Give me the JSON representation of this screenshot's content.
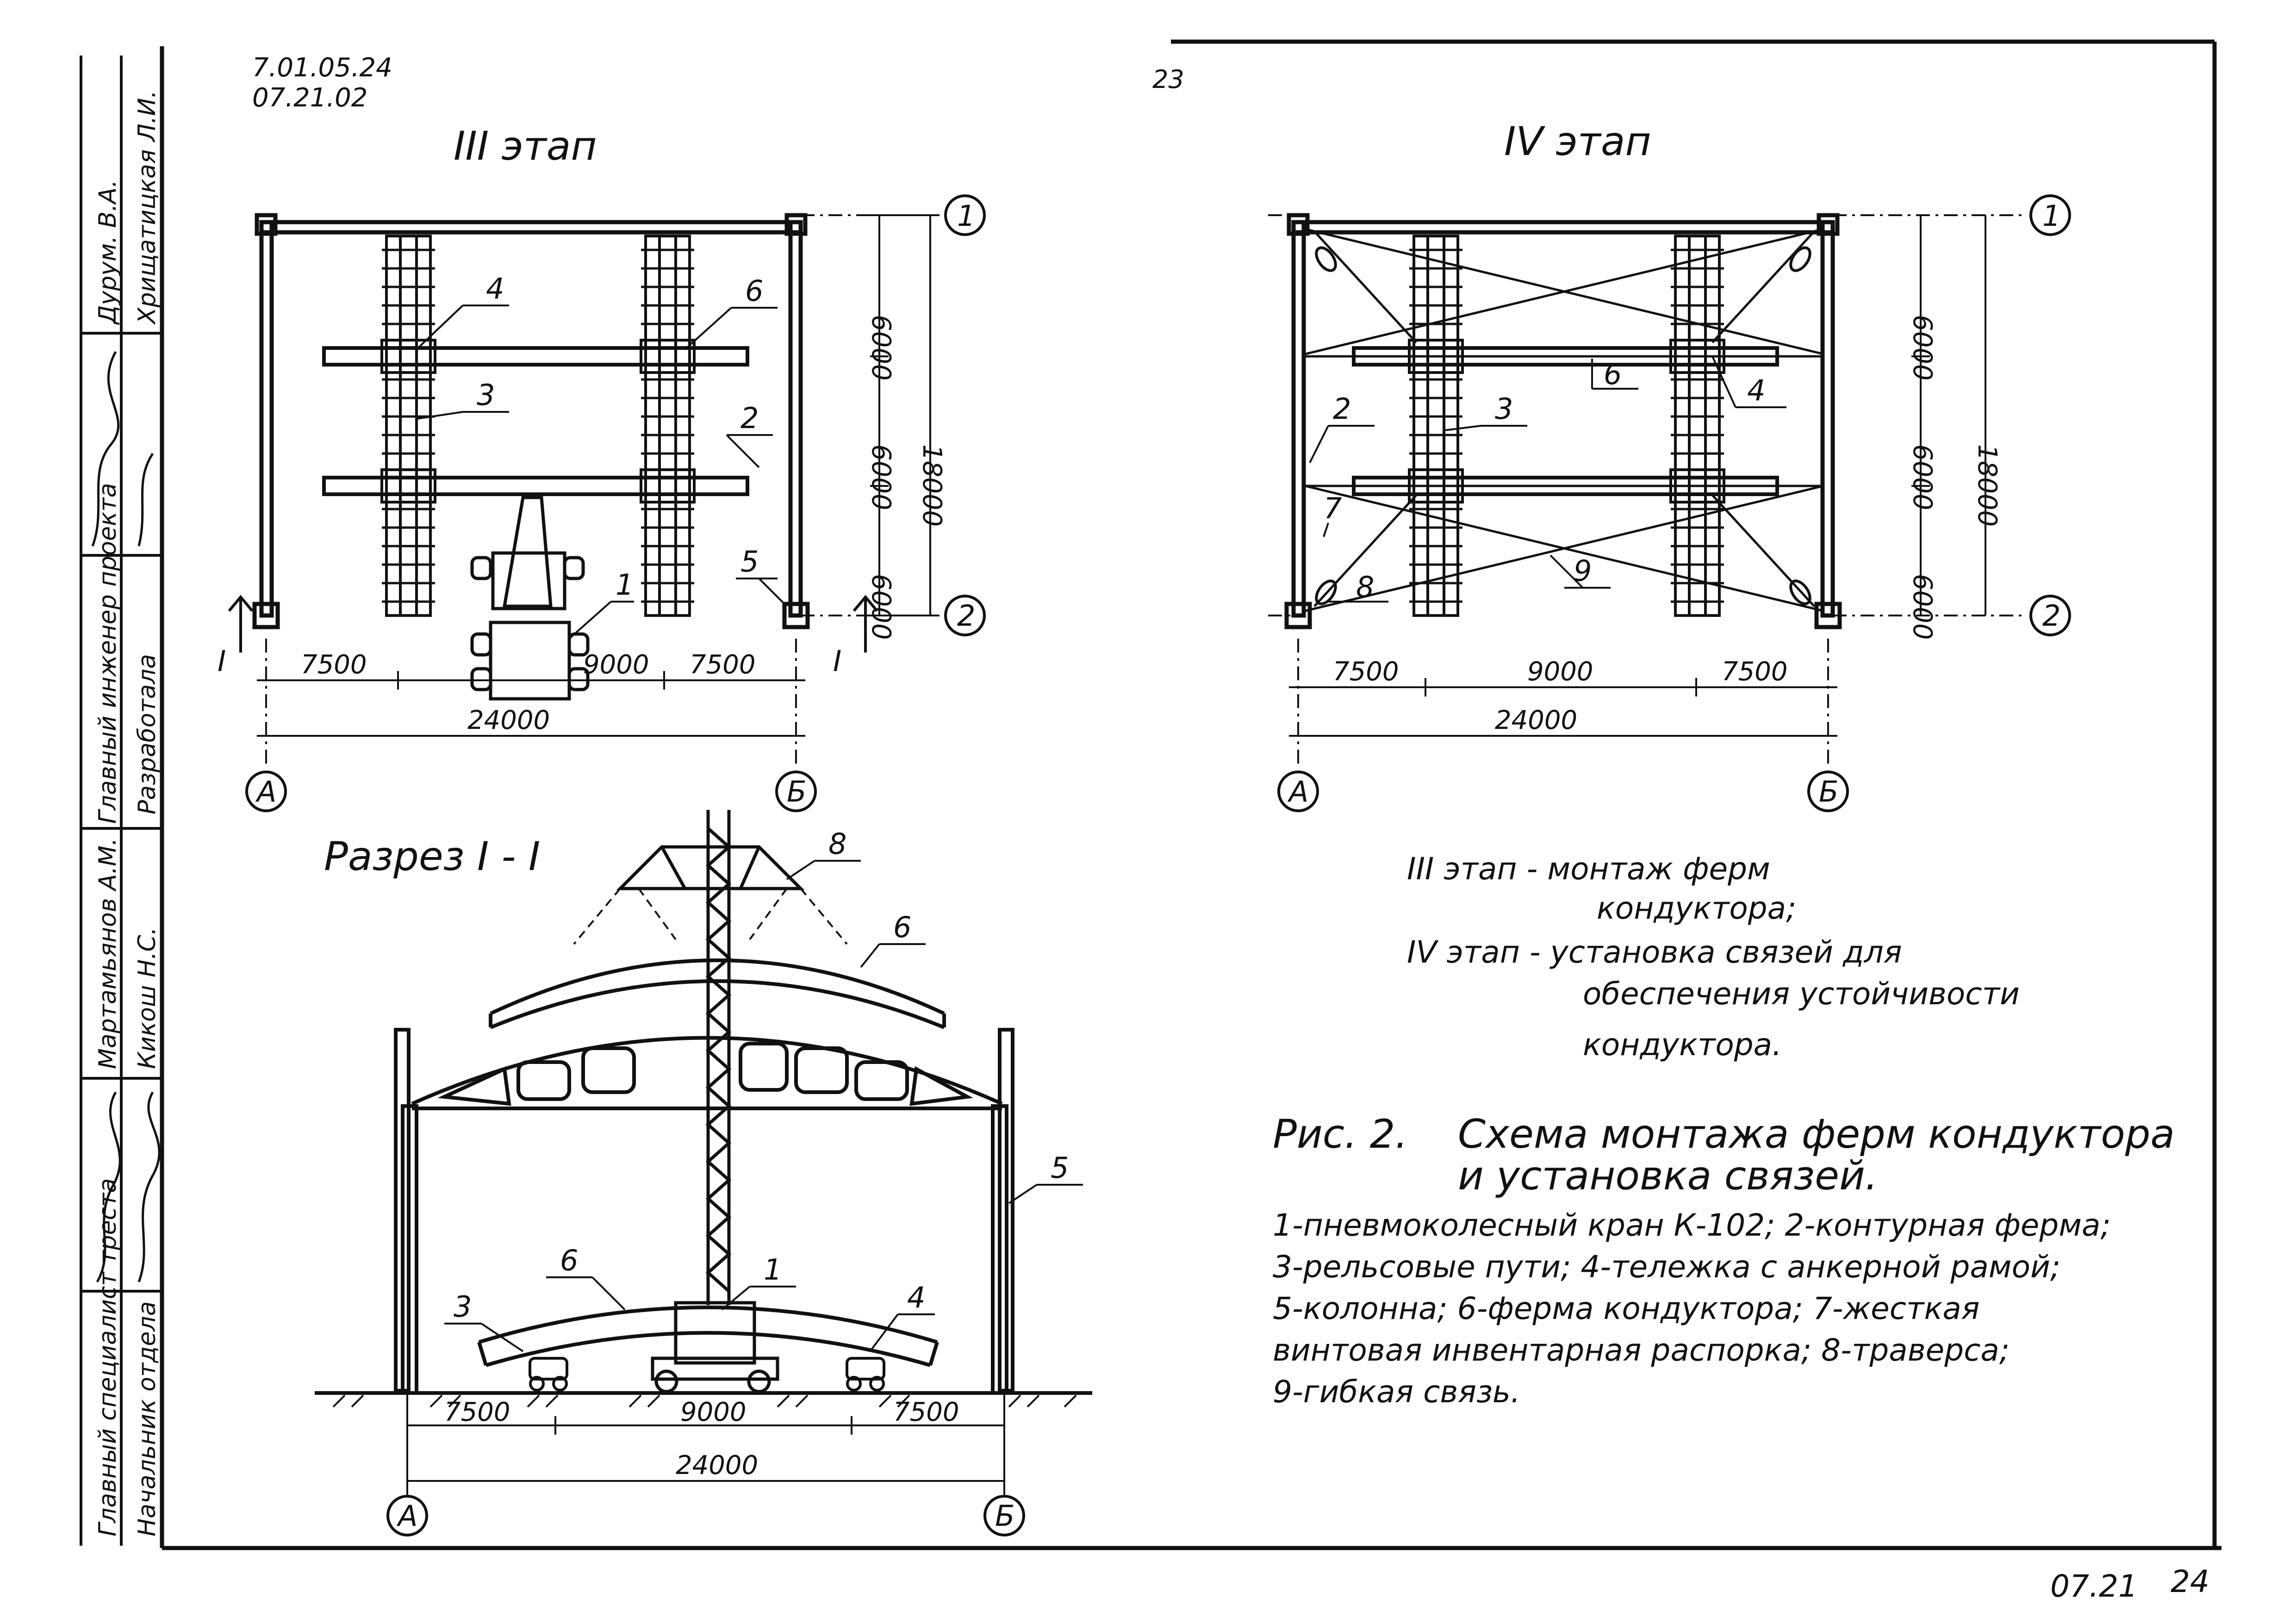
{
  "header": {
    "code_line1": "7.01.05.24",
    "code_line2": "07.21.02",
    "page_number": "23",
    "sheet_code": "07.21",
    "sheet_number": "24"
  },
  "stamp": {
    "roles": [
      "Главный инженер проекта",
      "Разработала",
      "Начальник отдела"
    ],
    "names": [
      "Дурум. В.А.",
      "Хрищатицкая Л.И.",
      "Мартамьянов А.М.",
      "Кикош Н.С."
    ],
    "extra": "Главный специалист треста"
  },
  "stage3": {
    "title": "III этап",
    "axis_rows": [
      "1",
      "2"
    ],
    "axis_cols": [
      "А",
      "Б"
    ],
    "dims_vertical": [
      "6000",
      "6000",
      "6000",
      "18000"
    ],
    "dims_horizontal": [
      "7500",
      "9000",
      "7500",
      "24000"
    ],
    "callouts": [
      "4",
      "6",
      "3",
      "2",
      "1",
      "5"
    ],
    "section_mark": "I"
  },
  "stage4": {
    "title": "IV этап",
    "axis_rows": [
      "1",
      "2"
    ],
    "axis_cols": [
      "А",
      "Б"
    ],
    "dims_vertical": [
      "6000",
      "6000",
      "6000",
      "18000"
    ],
    "dims_horizontal": [
      "7500",
      "9000",
      "7500",
      "24000"
    ],
    "callouts": [
      "6",
      "4",
      "2",
      "3",
      "7",
      "9",
      "8"
    ]
  },
  "section": {
    "title": "Разрез I - I",
    "callouts": [
      "8",
      "6",
      "5",
      "6",
      "1",
      "3",
      "4"
    ],
    "dims": [
      "7500",
      "9000",
      "7500",
      "24000"
    ],
    "axis_cols": [
      "А",
      "Б"
    ]
  },
  "notes": {
    "line1": "III этап - монтаж ферм",
    "line2": "кондуктора;",
    "line3": "IV этап - установка связей для",
    "line4": "обеспечения устойчивости",
    "line5": "кондуктора."
  },
  "caption": {
    "fig": "Рис. 2.",
    "title1": "Схема монтажа ферм кондуктора",
    "title2": "и установка связей.",
    "legend": [
      "1-пневмоколесный кран К-102; 2-контурная ферма;",
      "3-рельсовые пути; 4-тележка с анкерной рамой;",
      "5-колонна; 6-ферма кондуктора; 7-жесткая",
      "винтовая инвентарная распорка; 8-траверса;",
      "9-гибкая связь."
    ]
  }
}
